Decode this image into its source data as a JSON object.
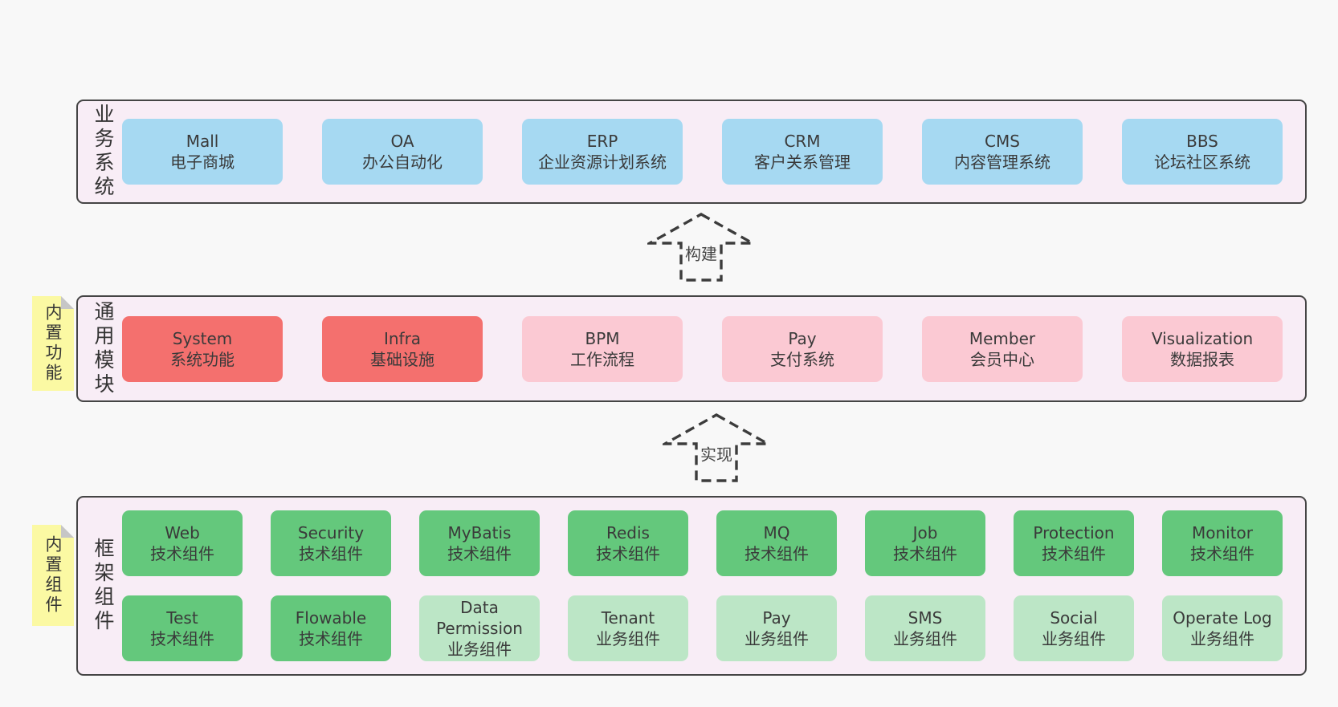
{
  "colors": {
    "page_bg": "#f8f8f8",
    "band_bg": "#f8edf6",
    "band_border": "#454545",
    "text": "#3a3a3a",
    "box_blue": "#a6d9f2",
    "box_red": "#f4706e",
    "box_pink": "#fbc9d3",
    "box_green_dark": "#64c87c",
    "box_green_light": "#bce6c6",
    "note_bg": "#fbf9a3",
    "note_fold": "#c6c6c6"
  },
  "arrows": [
    {
      "label": "构建"
    },
    {
      "label": "实现"
    }
  ],
  "bands": [
    {
      "label": "业务系统",
      "rows": [
        [
          {
            "title": "Mall",
            "subtitle": "电子商城"
          },
          {
            "title": "OA",
            "subtitle": "办公自动化"
          },
          {
            "title": "ERP",
            "subtitle": "企业资源计划系统"
          },
          {
            "title": "CRM",
            "subtitle": "客户关系管理"
          },
          {
            "title": "CMS",
            "subtitle": "内容管理系统"
          },
          {
            "title": "BBS",
            "subtitle": "论坛社区系统"
          }
        ]
      ]
    },
    {
      "label": "通用模块",
      "note": "内置功能",
      "rows": [
        [
          {
            "title": "System",
            "subtitle": "系统功能"
          },
          {
            "title": "Infra",
            "subtitle": "基础设施"
          },
          {
            "title": "BPM",
            "subtitle": "工作流程"
          },
          {
            "title": "Pay",
            "subtitle": "支付系统"
          },
          {
            "title": "Member",
            "subtitle": "会员中心"
          },
          {
            "title": "Visualization",
            "subtitle": "数据报表"
          }
        ]
      ]
    },
    {
      "label": "框架组件",
      "note": "内置组件",
      "rows": [
        [
          {
            "title": "Web",
            "subtitle": "技术组件"
          },
          {
            "title": "Security",
            "subtitle": "技术组件"
          },
          {
            "title": "MyBatis",
            "subtitle": "技术组件"
          },
          {
            "title": "Redis",
            "subtitle": "技术组件"
          },
          {
            "title": "MQ",
            "subtitle": "技术组件"
          },
          {
            "title": "Job",
            "subtitle": "技术组件"
          },
          {
            "title": "Protection",
            "subtitle": "技术组件"
          },
          {
            "title": "Monitor",
            "subtitle": "技术组件"
          }
        ],
        [
          {
            "title": "Test",
            "subtitle": "技术组件"
          },
          {
            "title": "Flowable",
            "subtitle": "技术组件"
          },
          {
            "title": "Data Permission",
            "subtitle": "业务组件"
          },
          {
            "title": "Tenant",
            "subtitle": "业务组件"
          },
          {
            "title": "Pay",
            "subtitle": "业务组件"
          },
          {
            "title": "SMS",
            "subtitle": "业务组件"
          },
          {
            "title": "Social",
            "subtitle": "业务组件"
          },
          {
            "title": "Operate Log",
            "subtitle": "业务组件"
          }
        ]
      ]
    }
  ]
}
